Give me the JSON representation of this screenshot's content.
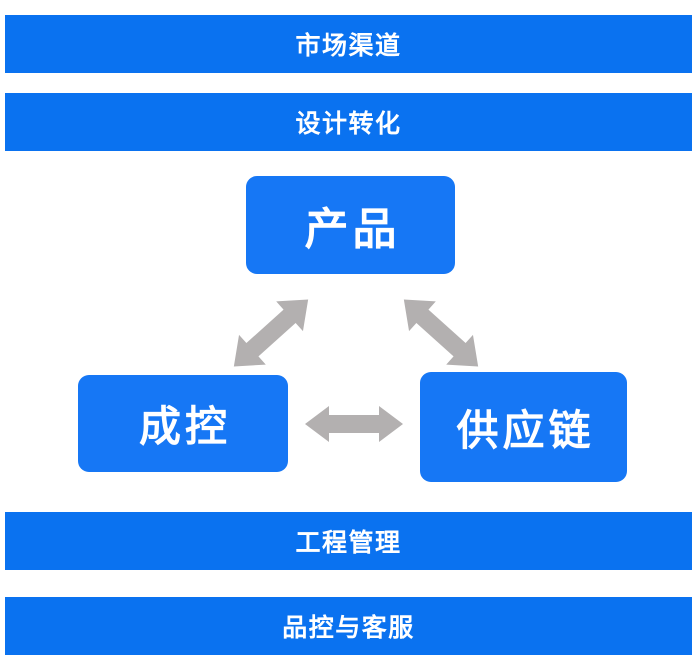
{
  "diagram": {
    "title_bars": [
      {
        "id": "market-channel",
        "label": "市场渠道"
      },
      {
        "id": "design-conversion",
        "label": "设计转化"
      }
    ],
    "footer_bars": [
      {
        "id": "engineering-management",
        "label": "工程管理"
      },
      {
        "id": "quality-customer-service",
        "label": "品控与客服"
      }
    ],
    "core_nodes": [
      {
        "id": "product",
        "label": "产品",
        "position": "top-center"
      },
      {
        "id": "cost-control",
        "label": "成控",
        "position": "bottom-left"
      },
      {
        "id": "supply-chain",
        "label": "供应链",
        "position": "bottom-right"
      }
    ],
    "connectors": [
      {
        "id": "cost-to-product",
        "type": "double-headed-diagonal",
        "direction": "up-right",
        "from": "cost-control",
        "to": "product"
      },
      {
        "id": "product-to-supply",
        "type": "double-headed-diagonal",
        "direction": "down-right",
        "from": "product",
        "to": "supply-chain"
      },
      {
        "id": "cost-to-supply",
        "type": "double-headed-horizontal",
        "from": "cost-control",
        "to": "supply-chain"
      }
    ],
    "colors": {
      "bar_blue": "#0a72f0",
      "node_blue": "#1677f5",
      "arrow_gray": "#b3b0b0",
      "text_white": "#ffffff",
      "background": "#ffffff"
    }
  }
}
